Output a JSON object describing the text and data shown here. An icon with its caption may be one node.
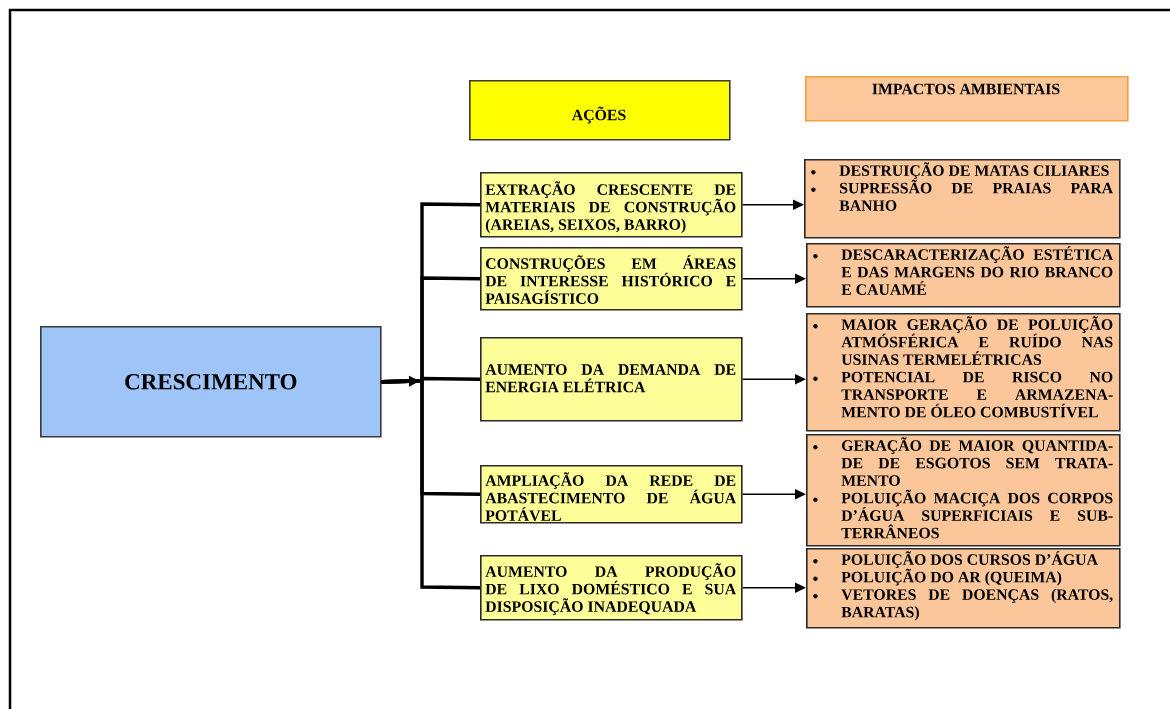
{
  "diagram": {
    "nodes": [
      {
        "text": [
          "CRESCIMENTO"
        ]
      },
      {
        "text": [
          "AÇÕES"
        ]
      },
      {
        "text": [
          "IMPACTOS AMBIENTAIS"
        ]
      },
      {
        "text": [
          "EXTRAÇÃO CRESCENTE DE MATERIAIS DE CONSTRUÇÃO (AREIAS, SEIXOS, BARRO)"
        ]
      },
      {
        "text": [
          "CONSTRUÇÕES EM ÁREAS DE INTERESSE HISTÓRICO E PAISAGÍSTICO"
        ]
      },
      {
        "text": [
          "AUMENTO DA DEMANDA DE ENERGIA ELÉTRICA"
        ]
      },
      {
        "text": [
          "AMPLIAÇÃO DA REDE DE ABASTECIMENTO DE ÁGUA POTÁVEL"
        ]
      },
      {
        "text": [
          "AUMENTO DA PRODUÇÃO DE LIXO DOMÉSTICO E SUA DISPOSIÇÃO INADEQUADA"
        ]
      },
      {
        "text": [
          "DESTRUIÇÃO DE MATAS CILIARES",
          "SUPRESSÃO DE PRAIAS PARA BANHO"
        ]
      },
      {
        "text": [
          "DESCARACTERIZAÇÃO ESTÉTICA E DAS MARGENS DO RIO BRANCO E CAUAMÉ"
        ]
      },
      {
        "text": [
          "MAIOR GERAÇÃO DE POLUIÇÃO ATMÓSFÉRICA E RUÍDO NAS USINAS TERMELÉTRICAS",
          "POTENCIAL DE RISCO NO TRANSPORTE E ARMAZENA-MENTO DE ÓLEO COMBUSTÍVEL"
        ]
      },
      {
        "text": [
          "GERAÇÃO DE MAIOR QUANTIDA-DE DE ESGOTOS SEM TRATA-MENTO",
          "POLUIÇÃO MACIÇA DOS CORPOS D’ÁGUA SUPERFICIAIS E SUB-TERRÂNEOS"
        ]
      },
      {
        "text": [
          "POLUIÇÃO DOS CURSOS D’ÁGUA",
          "POLUIÇÃO DO AR (QUEIMA)",
          "VETORES DE DOENÇAS (RATOS, BARATAS)"
        ]
      }
    ],
    "edges": [
      {
        "from": 0,
        "to": null,
        "arrow": "to"
      },
      {
        "from": 0,
        "to": 3,
        "arrow": "none"
      },
      {
        "from": 0,
        "to": 4,
        "arrow": "none"
      },
      {
        "from": 0,
        "to": 5,
        "arrow": "none"
      },
      {
        "from": 0,
        "to": 6,
        "arrow": "none"
      },
      {
        "from": 0,
        "to": 7,
        "arrow": "none"
      },
      {
        "from": 3,
        "to": 8,
        "arrow": "to"
      },
      {
        "from": 4,
        "to": 9,
        "arrow": "to"
      },
      {
        "from": 5,
        "to": 10,
        "arrow": "to"
      },
      {
        "from": 6,
        "to": 11,
        "arrow": "to"
      },
      {
        "from": 7,
        "to": 12,
        "arrow": "to"
      }
    ]
  }
}
